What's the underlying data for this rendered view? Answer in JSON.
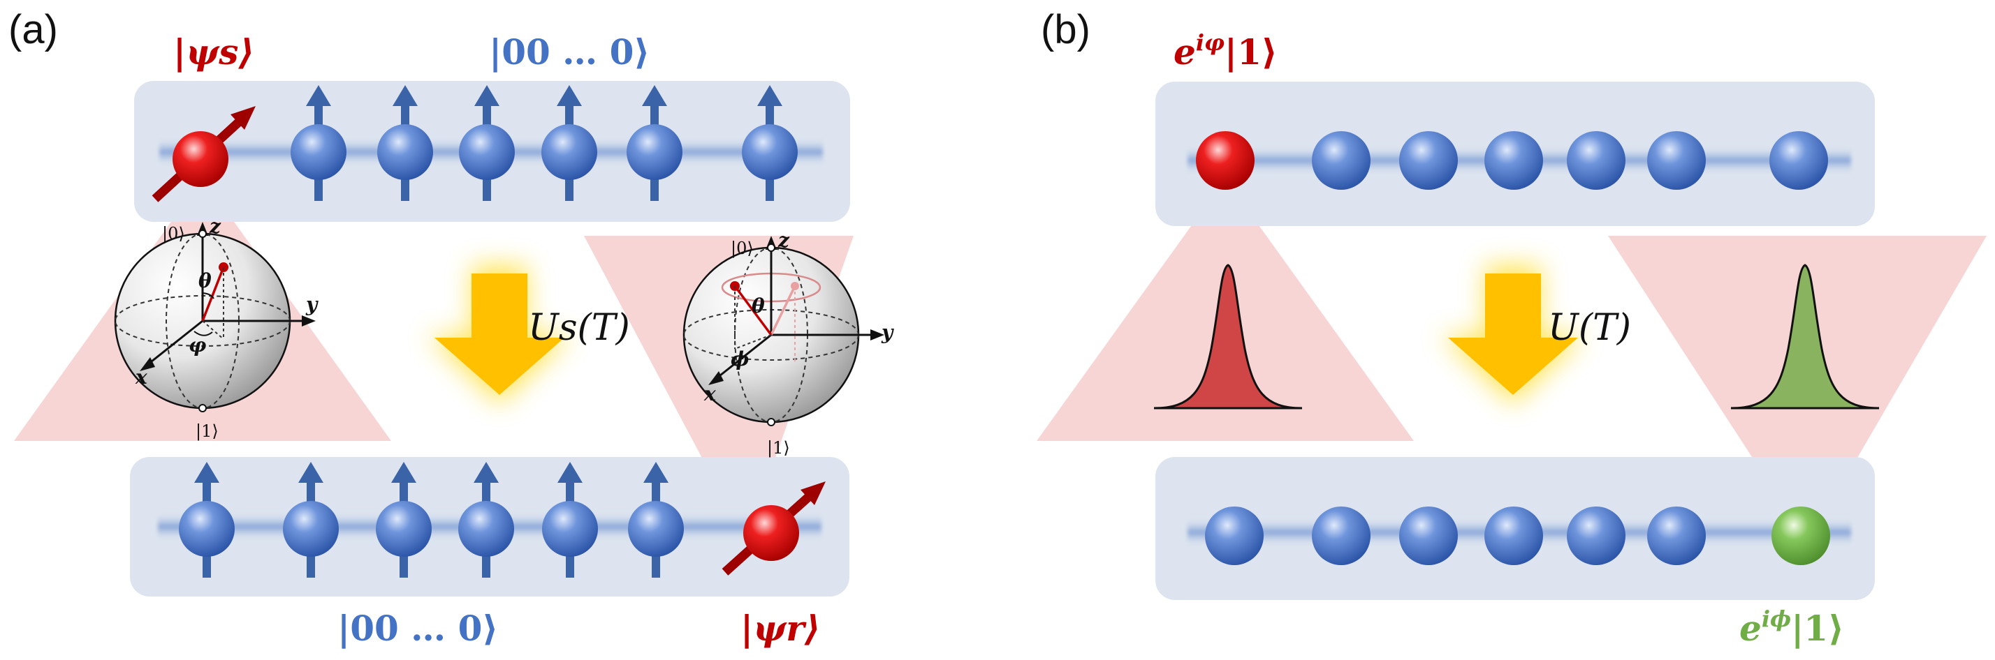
{
  "panel_a": {
    "letter": "(a)",
    "sender_state": "|ψs⟩",
    "top_chain_state": "|00 … 0⟩",
    "bottom_chain_state": "|00 … 0⟩",
    "receiver_state": "|ψr⟩",
    "operator": "Us(T)",
    "bloch_left": {
      "ket0": "|0⟩",
      "ket1": "|1⟩",
      "z": "z",
      "y": "y",
      "x": "x",
      "theta": "θ",
      "phi": "φ"
    },
    "bloch_right": {
      "ket0": "|0⟩",
      "ket1": "|1⟩",
      "z": "z",
      "y": "y",
      "x": "x",
      "theta": "θ",
      "phi": "ϕ"
    }
  },
  "panel_b": {
    "letter": "(b)",
    "sender_state": "e^{iφ}|1⟩",
    "receiver_state": "e^{iϕ}|1⟩",
    "operator": "U(T)"
  },
  "colors": {
    "red_qubit": "#c00000",
    "blue_qubit": "#4472c4",
    "green_qubit": "#70ad47",
    "arrow_yellow": "#ffc000",
    "chain_bg": "#dde4ef",
    "cone_pink": "#f4c7c7"
  }
}
